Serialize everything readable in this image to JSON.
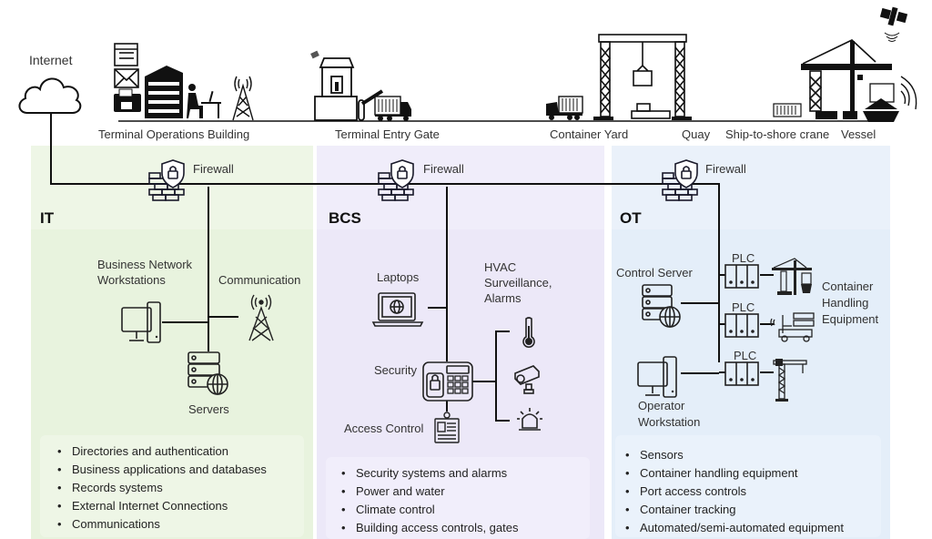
{
  "top": {
    "internet_label": "Internet",
    "locations": [
      {
        "id": "terminal-operations-building",
        "label": "Terminal Operations Building"
      },
      {
        "id": "terminal-entry-gate",
        "label": "Terminal Entry Gate"
      },
      {
        "id": "container-yard",
        "label": "Container Yard"
      },
      {
        "id": "quay",
        "label": "Quay"
      },
      {
        "id": "ship-to-shore-crane",
        "label": "Ship-to-shore crane"
      },
      {
        "id": "vessel",
        "label": "Vessel"
      }
    ]
  },
  "zones": {
    "it": {
      "title": "IT",
      "color": "#e8f3de",
      "firewall_label": "Firewall",
      "nodes": {
        "workstations": "Business Network\nWorkstations",
        "workstations_line1": "Business Network",
        "workstations_line2": "Workstations",
        "communication": "Communication",
        "servers": "Servers"
      },
      "bullets": [
        "Directories and authentication",
        "Business applications and databases",
        "Records systems",
        "External Internet Connections",
        "Communications"
      ]
    },
    "bcs": {
      "title": "BCS",
      "color": "#ece8f8",
      "firewall_label": "Firewall",
      "nodes": {
        "laptops": "Laptops",
        "hvac_line1": "HVAC",
        "hvac_line2": "Surveillance,",
        "hvac_line3": "Alarms",
        "security": "Security",
        "access_control": "Access Control"
      },
      "bullets": [
        "Security systems and alarms",
        "Power and water",
        "Climate control",
        "Building access controls, gates"
      ]
    },
    "ot": {
      "title": "OT",
      "color": "#e4eef9",
      "firewall_label": "Firewall",
      "nodes": {
        "control_server": "Control Server",
        "plc_1": "PLC",
        "plc_2": "PLC",
        "plc_3": "PLC",
        "che_line1": "Container",
        "che_line2": "Handling",
        "che_line3": "Equipment",
        "operator_line1": "Operator",
        "operator_line2": "Workstation"
      },
      "bullets": [
        "Sensors",
        "Container handling equipment",
        "Port access controls",
        "Container tracking",
        "Automated/semi-automated equipment"
      ]
    }
  }
}
